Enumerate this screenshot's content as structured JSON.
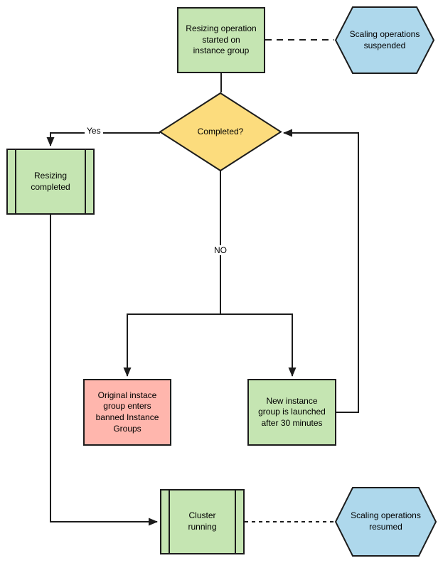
{
  "diagram": {
    "colors": {
      "green": "#c5e5b2",
      "blue": "#aed8ec",
      "yellow": "#fcdc7d",
      "pink": "#ffb6ad",
      "stroke": "#1c1c1c",
      "background": "#ffffff"
    },
    "nodes": {
      "start": {
        "label": "Resizing operation\nstarted on\ninstance group",
        "type": "process"
      },
      "suspended": {
        "label": "Scaling operations\nsuspended",
        "type": "hexagon"
      },
      "decision": {
        "label": "Completed?",
        "type": "decision"
      },
      "resizing_completed": {
        "label": "Resizing\ncompleted",
        "type": "predefined-process"
      },
      "banned_group": {
        "label": "Original instace\ngroup enters\nbanned Instance\nGroups",
        "type": "process"
      },
      "new_instance_group": {
        "label": "New instance\ngroup is launched\nafter 30 minutes",
        "type": "process"
      },
      "cluster_running": {
        "label": "Cluster\nrunning",
        "type": "predefined-process"
      },
      "resumed": {
        "label": "Scaling operations\nresumed",
        "type": "hexagon"
      }
    },
    "edge_labels": {
      "yes": "Yes",
      "no": "NO"
    }
  }
}
